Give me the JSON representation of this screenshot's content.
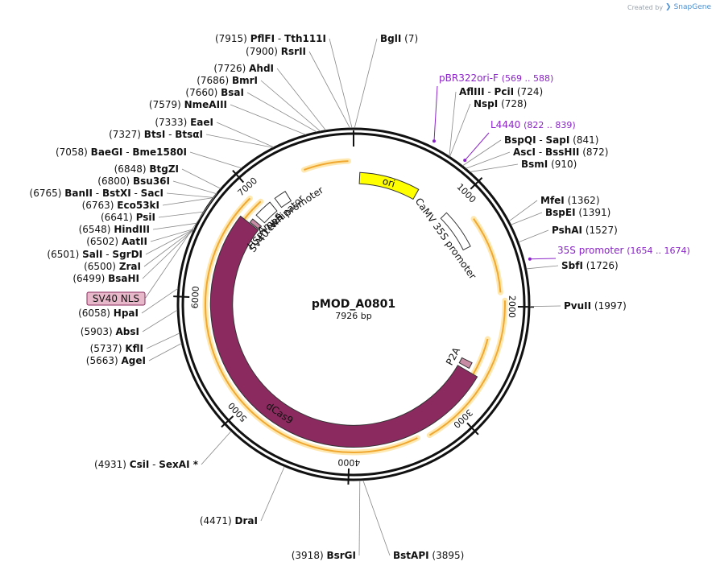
{
  "credit": {
    "prefix": "Created by",
    "brand": "SnapGene"
  },
  "plasmid": {
    "name": "pMOD_A0801",
    "length": 7926,
    "length_label": "7926 bp"
  },
  "ticks": [
    "1000",
    "2000",
    "3000",
    "4000",
    "5000",
    "6000",
    "7000"
  ],
  "features": [
    {
      "name": "ori",
      "label": "ori",
      "start": 60,
      "end": 650,
      "color": "#ffff00",
      "style": "box"
    },
    {
      "name": "camv-35s-promoter",
      "label": "CaMV 35S promoter",
      "start": 1000,
      "end": 1400,
      "color": "#ffffff",
      "style": "arrow"
    },
    {
      "name": "p2a",
      "label": "P2A",
      "start": 2560,
      "end": 2620,
      "color": "#c78ba4",
      "style": "box"
    },
    {
      "name": "dcas9",
      "label": "dCas9",
      "start": 2650,
      "end": 6780,
      "color": "#8b2a5e",
      "style": "arrow-rev"
    },
    {
      "name": "sv40-nls",
      "label": "SV40 NLS",
      "start": 6790,
      "end": 6830,
      "color": "#c78ba4",
      "style": "box"
    },
    {
      "name": "hsp-terminator",
      "label": "HSP terminator",
      "start": 6880,
      "end": 7060,
      "color": "#ffffff",
      "style": "arrow-rev"
    },
    {
      "name": "ampr-promoter",
      "label": "AmpR promoter",
      "start": 7120,
      "end": 7240,
      "color": "#ffffff",
      "style": "arrow-rev"
    }
  ],
  "orfs": [
    {
      "start": 7480,
      "end": 7880
    },
    {
      "start": 1200,
      "end": 1880
    },
    {
      "start": 1950,
      "end": 3300
    },
    {
      "start": 3400,
      "end": 6950
    },
    {
      "start": 2300,
      "end": 7000
    }
  ],
  "sites": [
    {
      "name": "PflFI",
      "partner": "Tth111I",
      "pos": "(7915)",
      "loc": 7915
    },
    {
      "name": "RsrII",
      "pos": "(7900)",
      "loc": 7900
    },
    {
      "name": "BglI",
      "pos": "(7)",
      "loc": 7
    },
    {
      "name": "AhdI",
      "pos": "(7726)",
      "loc": 7726
    },
    {
      "name": "BmrI",
      "pos": "(7686)",
      "loc": 7686
    },
    {
      "name": "BsaI",
      "pos": "(7660)",
      "loc": 7660
    },
    {
      "name": "NmeAIII",
      "pos": "(7579)",
      "loc": 7579
    },
    {
      "name": "EaeI",
      "pos": "(7333)",
      "loc": 7333
    },
    {
      "name": "BtsI",
      "partner": "BtsαI",
      "pos": "(7327)",
      "loc": 7327
    },
    {
      "name": "BaeGI",
      "partner": "Bme1580I",
      "pos": "(7058)",
      "loc": 7058
    },
    {
      "name": "BtgZI",
      "pos": "(6848)",
      "loc": 6848
    },
    {
      "name": "Bsu36I",
      "pos": "(6800)",
      "loc": 6800
    },
    {
      "name": "BanII",
      "partner": "BstXI",
      "partner2": "SacI",
      "pos": "(6765)",
      "loc": 6765
    },
    {
      "name": "Eco53kI",
      "pos": "(6763)",
      "loc": 6763
    },
    {
      "name": "PsiI",
      "pos": "(6641)",
      "loc": 6641
    },
    {
      "name": "HindIII",
      "pos": "(6548)",
      "loc": 6548
    },
    {
      "name": "AatII",
      "pos": "(6502)",
      "loc": 6502
    },
    {
      "name": "SalI",
      "partner": "SgrDI",
      "pos": "(6501)",
      "loc": 6501
    },
    {
      "name": "ZraI",
      "pos": "(6500)",
      "loc": 6500
    },
    {
      "name": "BsaHI",
      "pos": "(6499)",
      "loc": 6499
    },
    {
      "name": "HpaI",
      "pos": "(6058)",
      "loc": 6058
    },
    {
      "name": "AbsI",
      "pos": "(5903)",
      "loc": 5903
    },
    {
      "name": "KflI",
      "pos": "(5737)",
      "loc": 5737
    },
    {
      "name": "AgeI",
      "pos": "(5663)",
      "loc": 5663
    },
    {
      "name": "CsiI",
      "partner": "SexAI *",
      "pos": "(4931)",
      "loc": 4931
    },
    {
      "name": "DraI",
      "pos": "(4471)",
      "loc": 4471
    },
    {
      "name": "BsrGI",
      "pos": "(3918)",
      "loc": 3918
    },
    {
      "name": "BstAPI",
      "pos": "(3895)",
      "loc": 3895
    },
    {
      "name": "AflIII",
      "partner": "PciI",
      "pos": "(724)",
      "loc": 724
    },
    {
      "name": "NspI",
      "pos": "(728)",
      "loc": 728
    },
    {
      "name": "BspQI",
      "partner": "SapI",
      "pos": "(841)",
      "loc": 841
    },
    {
      "name": "AscI",
      "partner": "BssHII",
      "pos": "(872)",
      "loc": 872
    },
    {
      "name": "BsmI",
      "pos": "(910)",
      "loc": 910
    },
    {
      "name": "MfeI",
      "pos": "(1362)",
      "loc": 1362
    },
    {
      "name": "BspEI",
      "pos": "(1391)",
      "loc": 1391
    },
    {
      "name": "PshAI",
      "pos": "(1527)",
      "loc": 1527
    },
    {
      "name": "SbfI",
      "pos": "(1726)",
      "loc": 1726
    },
    {
      "name": "PvuII",
      "pos": "(1997)",
      "loc": 1997
    }
  ],
  "primers": [
    {
      "name": "pBR322ori-F",
      "range": "(569 .. 588)",
      "loc": 578
    },
    {
      "name": "L4440",
      "range": "(822 .. 839)",
      "loc": 830
    },
    {
      "name": "35S promoter",
      "range": "(1654 .. 1674)",
      "loc": 1664
    }
  ],
  "colors": {
    "backbone": "#111111",
    "orf": "#f0a830",
    "orf_glow": "#ffe7b0",
    "dcas9": "#8b2a5e",
    "nls": "#e7b8c9",
    "primer": "#8a24c8"
  }
}
